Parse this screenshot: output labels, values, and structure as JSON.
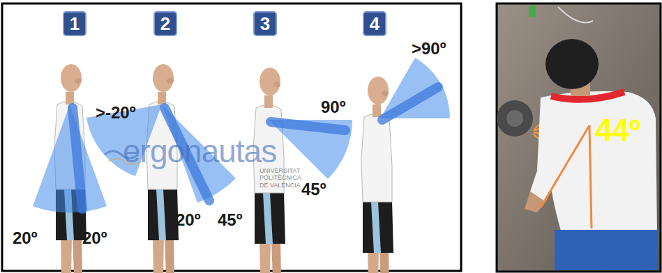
{
  "diagram": {
    "nodes": [
      {
        "text": [
          "1"
        ]
      },
      {
        "text": [
          "2"
        ]
      },
      {
        "text": [
          "3"
        ]
      },
      {
        "text": [
          "4"
        ]
      }
    ],
    "labels": [
      "20º",
      "20º",
      ">-20º",
      "20º",
      "45º",
      "90º",
      "45º",
      ">90º",
      "44º",
      "ergonautas",
      "UNIVERSITAT POLITÈCNICA DE VALÈNCIA"
    ]
  }
}
